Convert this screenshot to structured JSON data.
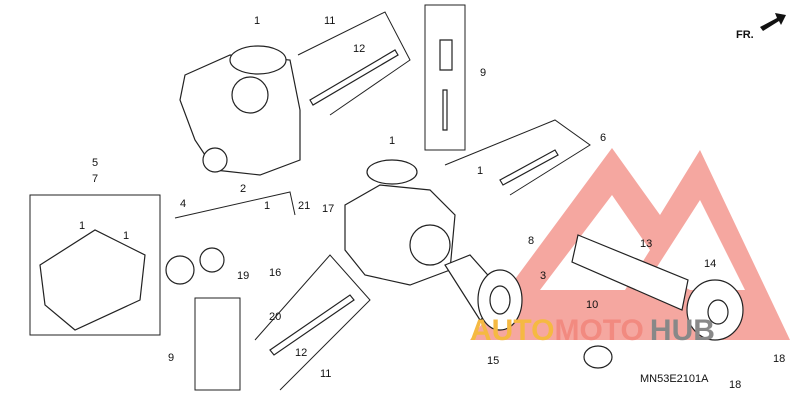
{
  "diagram": {
    "direction_label": "FR.",
    "drawing_code": "MN53E2101A",
    "callouts": [
      "1",
      "11",
      "12",
      "9",
      "1",
      "6",
      "5",
      "7",
      "2",
      "4",
      "1",
      "1",
      "1",
      "21",
      "17",
      "1",
      "8",
      "13",
      "3",
      "14",
      "16",
      "19",
      "20",
      "10",
      "15",
      "12",
      "9",
      "11",
      "18",
      "18"
    ],
    "watermark": "AUTOMOTOHUB",
    "watermark_colors": {
      "triangle": "#f28a80",
      "auto": "#f5b942",
      "moto": "#f28a80",
      "hub": "#888888"
    }
  }
}
